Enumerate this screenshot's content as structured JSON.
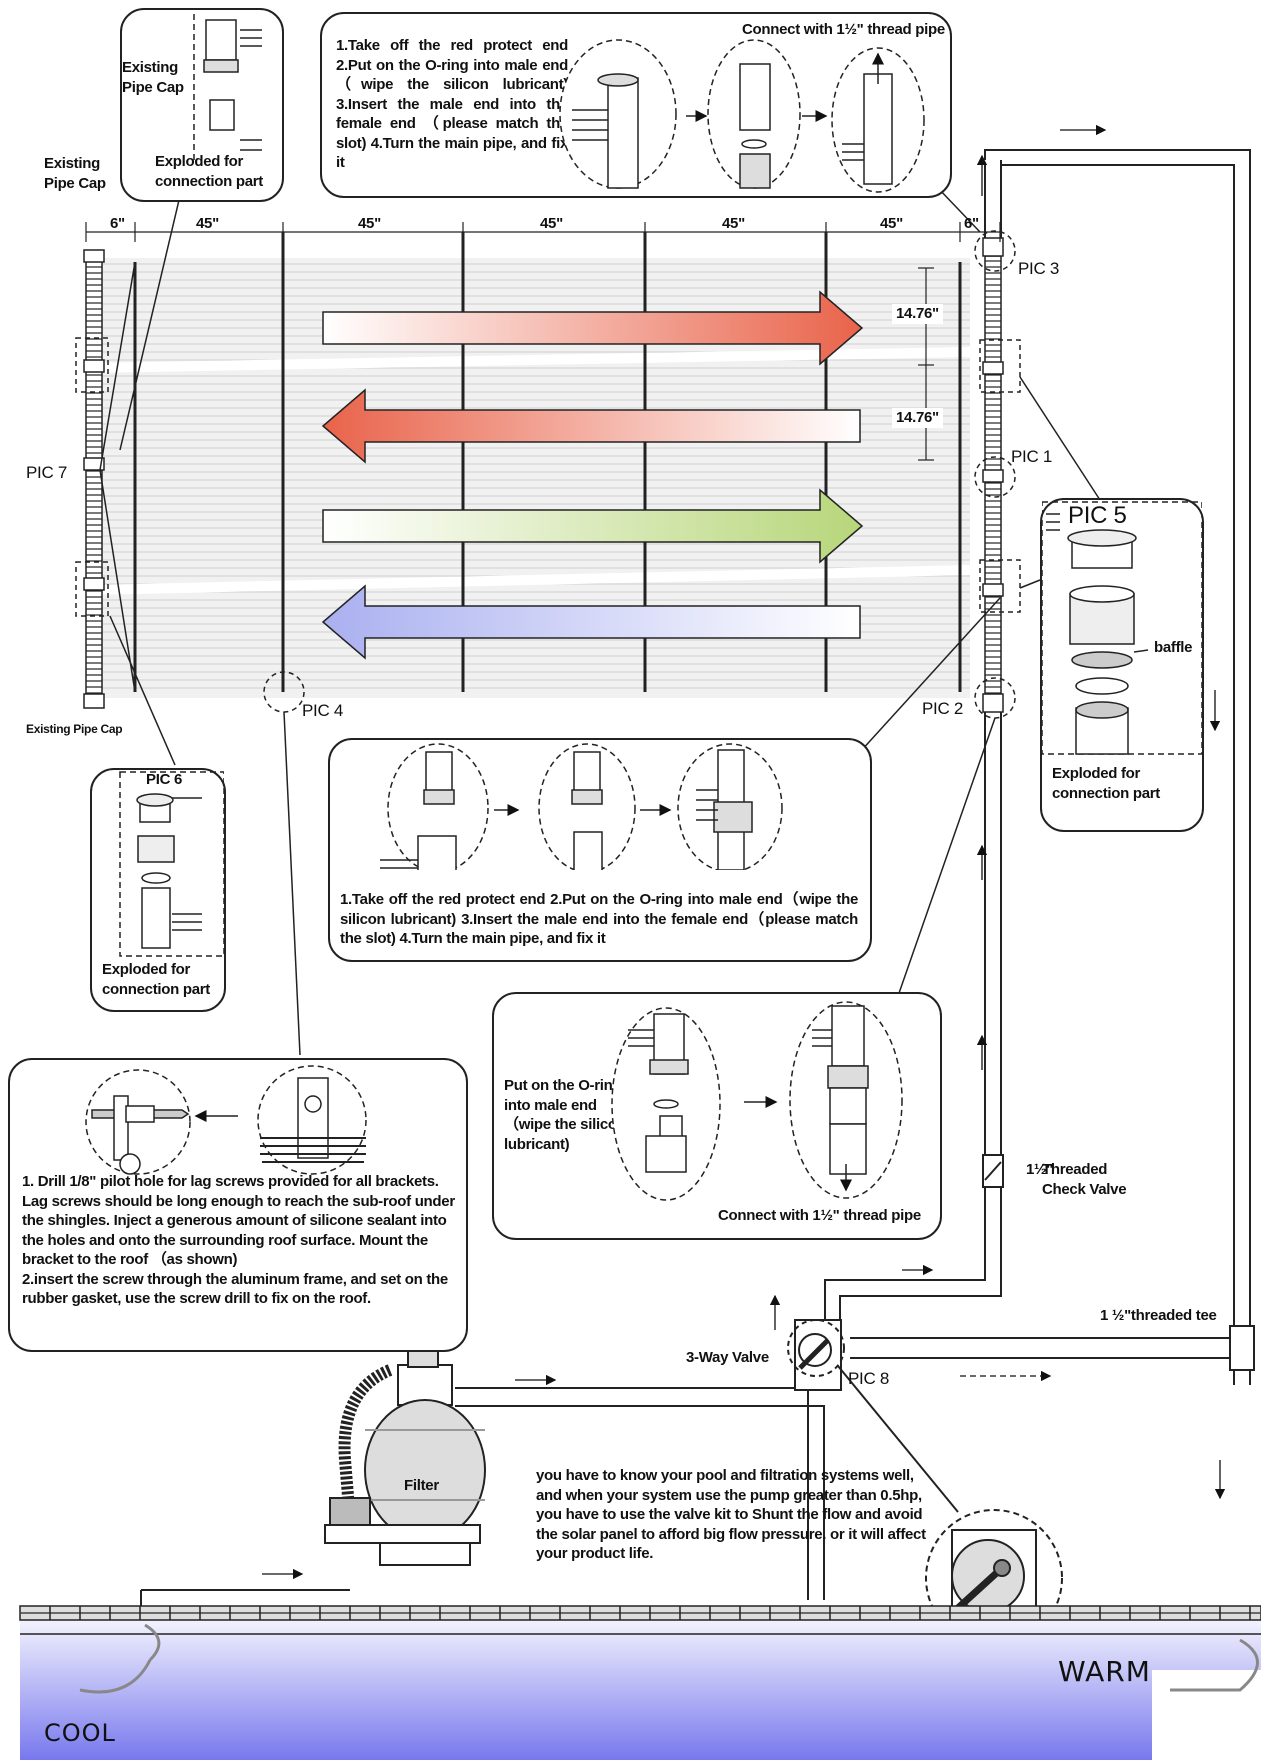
{
  "panel": {
    "spacing": [
      "6\"",
      "45\"",
      "45\"",
      "45\"",
      "45\"",
      "45\"",
      "6\""
    ],
    "height_labels": [
      "14.76\"",
      "14.76\""
    ]
  },
  "labels": {
    "existing_pipe_cap_top": "Existing\nPipe Cap",
    "existing_pipe_cap_left": "Existing\nPipe Cap",
    "existing_pipe_cap_bottom": "Existing Pipe Cap",
    "exploded_top": "Exploded for\nconnection part",
    "pic1": "PIC 1",
    "pic2": "PIC 2",
    "pic3": "PIC 3",
    "pic4": "PIC 4",
    "pic5": "PIC 5",
    "pic6": "PIC 6",
    "pic7": "PIC 7",
    "pic8": "PIC 8",
    "baffle": "baffle",
    "exploded_pic5": "Exploded for\nconnection part",
    "exploded_pic6": "Exploded for\nconnection part",
    "check_valve": "Threaded\nCheck Valve",
    "check_valve_size": "1½\"",
    "tee": "1 ½\"threaded tee",
    "three_way": "3-Way Valve",
    "filter": "Filter",
    "cool": "COOL",
    "warm": "WARM"
  },
  "callouts": {
    "pic3_steps": "1.Take off the red protect end 2.Put on the O-ring into male end（wipe the silicon lubricant) 3.Insert the male end into the female end （please match the slot)  4.Turn the main pipe, and fix it",
    "pic3_connect": "Connect with 1½\" thread pipe",
    "pic1_steps": "1.Take off the red protect end 2.Put on the O-ring into male end（wipe the silicon lubricant)  3.Insert the male end into the female end（please match the slot)  4.Turn the main pipe, and fix it",
    "pic2_oring": "Put on the O-ring into male end（wipe the silicon lubricant)",
    "pic2_connect": "Connect with 1½\" thread pipe",
    "pic4_steps": "1. Drill 1/8\" pilot hole for lag screws provided for all brackets. Lag screws should be long enough to reach the sub-roof under the shingles. Inject a generous amount of silicone sealant into the holes and onto the surrounding roof surface. Mount the bracket to the roof （as shown)\n2.insert the screw through the aluminum frame, and set on the rubber gasket, use the screw drill to fix on the roof.",
    "valve_note": "you have to know your pool and filtration systems well, and when your system use the pump greater than 0.5hp, you have to use the valve kit to Shunt the flow and avoid the solar panel to afford big flow pressure. or it will affect your product life."
  },
  "colors": {
    "arrow_red": "#e9634a",
    "arrow_green": "#b7d67a",
    "arrow_blue": "#aab0f0",
    "pool_top": "#ffffff",
    "pool_bottom": "#7878ee",
    "line": "#222222"
  }
}
